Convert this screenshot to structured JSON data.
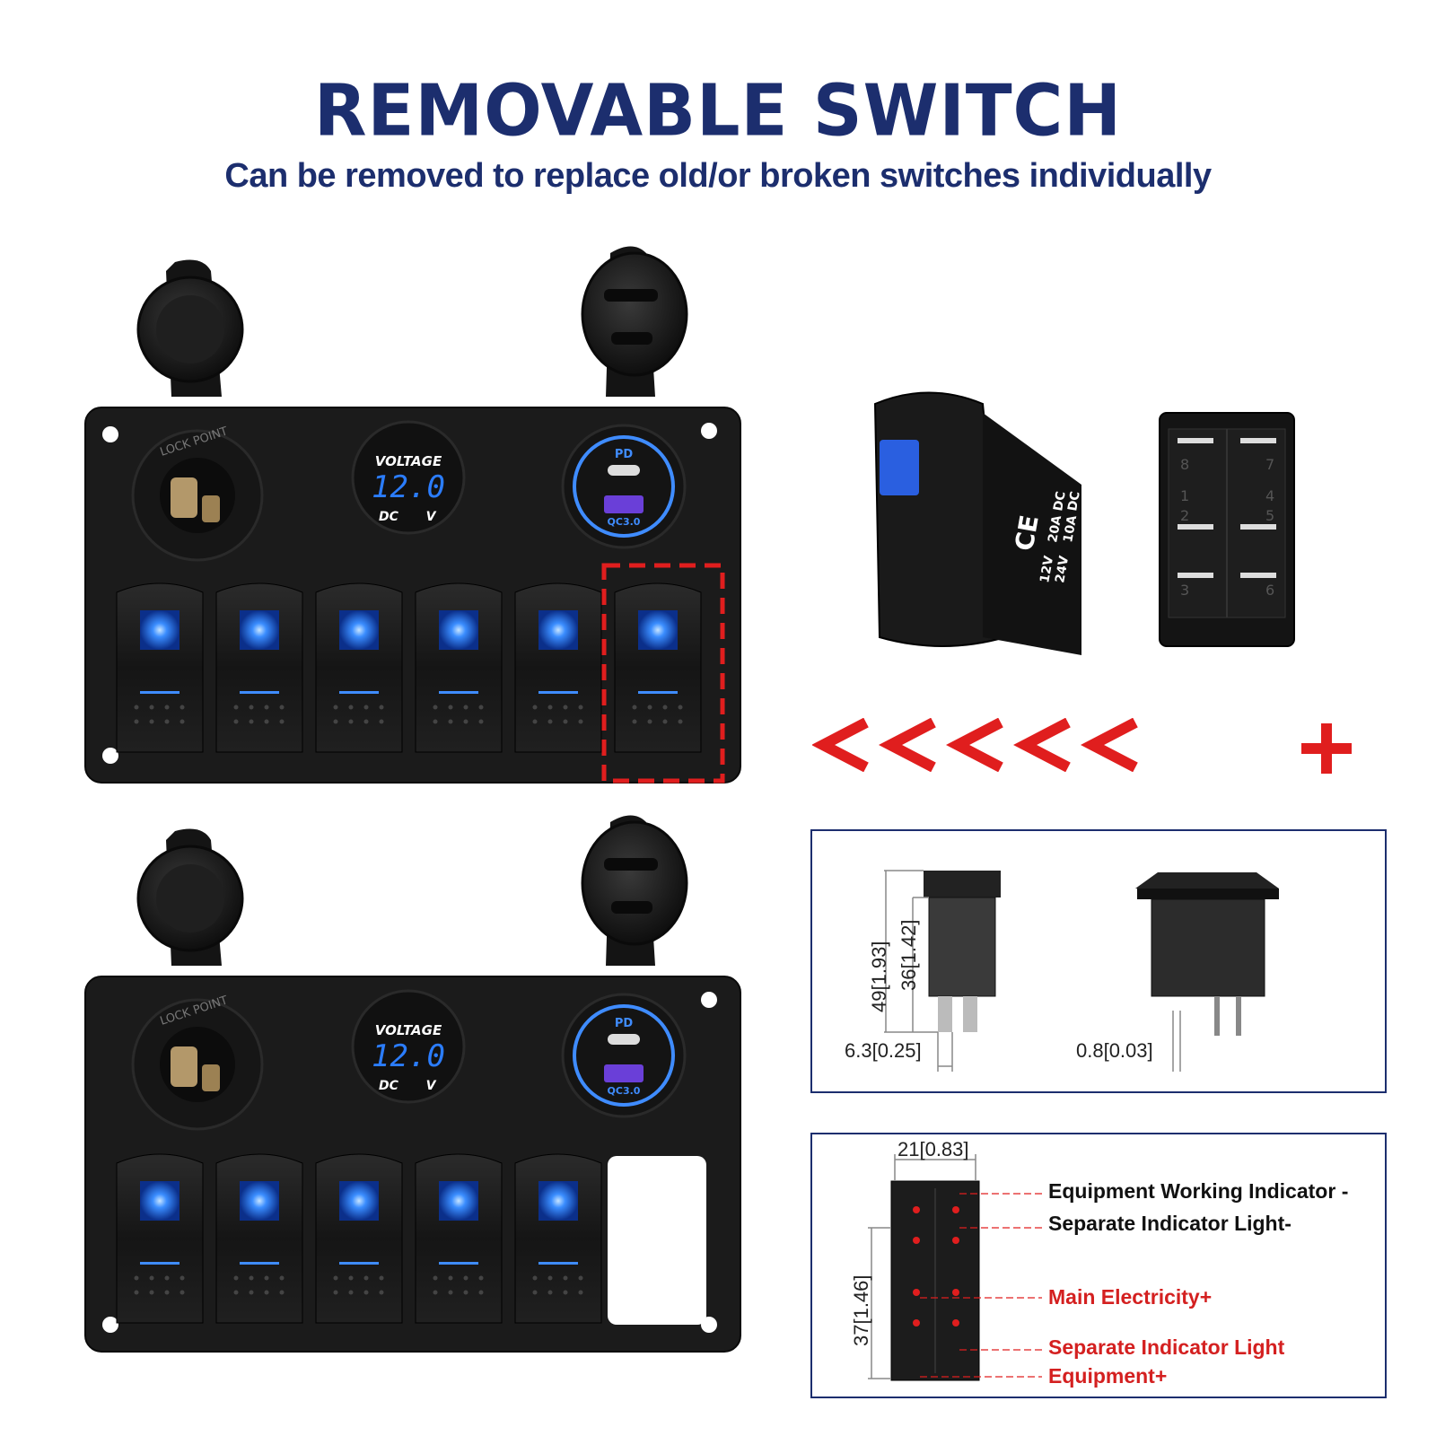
{
  "header": {
    "title": "REMOVABLE SWITCH",
    "subtitle": "Can be removed to replace old/or broken switches individually"
  },
  "panel": {
    "socket_ring_text": "LOCK POINT",
    "voltmeter_label": "VOLTAGE",
    "voltmeter_reading": "12.0",
    "voltmeter_dc": "DC",
    "voltmeter_v": "V",
    "usb_pd_label": "PD",
    "usb_qc_label": "QC3.0",
    "switch_count": 6
  },
  "switch_detail": {
    "front_ratings": [
      "12V",
      "24V",
      "20A",
      "10A",
      "DC",
      "DC"
    ],
    "ce_mark": "CE",
    "pin_numbers": [
      "8",
      "7",
      "1",
      "4",
      "2",
      "5",
      "3",
      "6"
    ]
  },
  "dimensions": {
    "height_total": "49[1.93]",
    "height_body": "36[1.42]",
    "pin_width": "6.3[0.25]",
    "pin_thickness": "0.8[0.03]",
    "width": "21[0.83]",
    "body_height": "37[1.46]"
  },
  "wiring_legend": [
    {
      "text": "Equipment Working Indicator -",
      "color": "#111111"
    },
    {
      "text": "Separate Indicator Light-",
      "color": "#111111"
    },
    {
      "text": "Main Electricity+",
      "color": "#d42020"
    },
    {
      "text": "Separate Indicator Light",
      "color": "#d42020"
    },
    {
      "text": "Equipment+",
      "color": "#d42020"
    }
  ],
  "colors": {
    "title": "#1c2e6e",
    "accent_red": "#e01e1e",
    "led_blue": "#2b7dff",
    "panel": "#1c1c1c"
  },
  "icons": [
    "chevron-left-icon",
    "plus-icon"
  ]
}
